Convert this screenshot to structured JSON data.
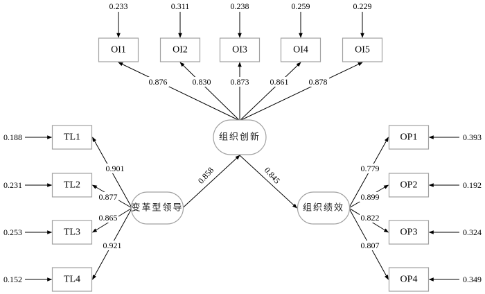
{
  "diagram": {
    "type": "structural-equation-model",
    "latents": {
      "center": {
        "id": "OI",
        "label": "组织创新"
      },
      "left": {
        "id": "TL",
        "label": "变革型领导"
      },
      "right": {
        "id": "OP",
        "label": "组织绩效"
      }
    },
    "indicators": {
      "top": [
        {
          "label": "OI1",
          "loading": "0.876",
          "error": "0.233"
        },
        {
          "label": "OI2",
          "loading": "0.830",
          "error": "0.311"
        },
        {
          "label": "OI3",
          "loading": "0.873",
          "error": "0.238"
        },
        {
          "label": "OI4",
          "loading": "0.861",
          "error": "0.259"
        },
        {
          "label": "OI5",
          "loading": "0.878",
          "error": "0.229"
        }
      ],
      "left": [
        {
          "label": "TL1",
          "loading": "0.901",
          "error": "0.188"
        },
        {
          "label": "TL2",
          "loading": "0.877",
          "error": "0.231"
        },
        {
          "label": "TL3",
          "loading": "0.865",
          "error": "0.253"
        },
        {
          "label": "TL4",
          "loading": "0.921",
          "error": "0.152"
        }
      ],
      "right": [
        {
          "label": "OP1",
          "loading": "0.779",
          "error": "0.393"
        },
        {
          "label": "OP2",
          "loading": "0.899",
          "error": "0.192"
        },
        {
          "label": "OP3",
          "loading": "0.822",
          "error": "0.324"
        },
        {
          "label": "OP4",
          "loading": "0.807",
          "error": "0.349"
        }
      ]
    },
    "paths": [
      {
        "from": "变革型领导",
        "to": "组织创新",
        "coefficient": "0.858"
      },
      {
        "from": "组织创新",
        "to": "组织绩效",
        "coefficient": "0.845"
      }
    ]
  }
}
